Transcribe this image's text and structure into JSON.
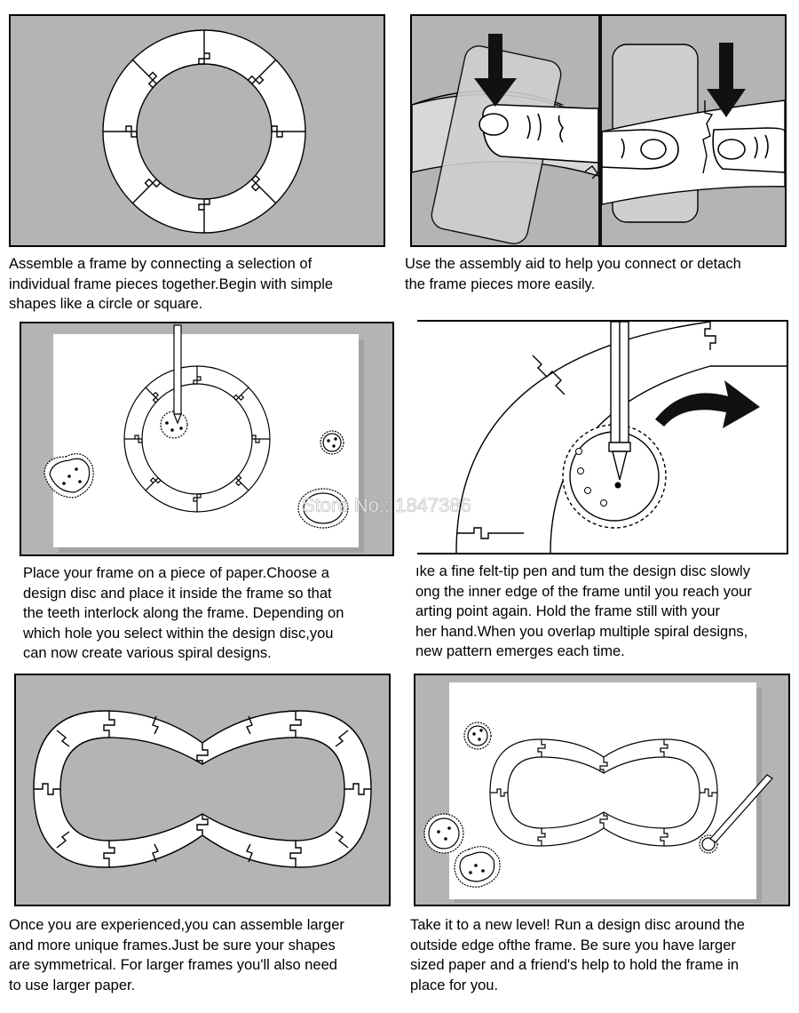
{
  "panels": [
    {
      "id": "panel-1",
      "caption_lines": [
        "Assemble a frame by connecting a selection of",
        "individual frame pieces together.Begin with simple",
        "shapes like a circle or square."
      ]
    },
    {
      "id": "panel-2",
      "caption_lines": [
        "Use the assembly aid to help you connect or detach",
        "the frame pieces more easily."
      ]
    },
    {
      "id": "panel-3",
      "caption_lines": [
        "Place your frame on a piece of paper.Choose a",
        "design disc and place it inside the frame so that",
        "the teeth interlock along the frame. Depending on",
        "which hole you select within the design disc,you",
        "can now create various spiral designs."
      ]
    },
    {
      "id": "panel-4",
      "caption_lines": [
        "ıke a fine felt-tip pen and tum the design disc slowly",
        "ong the inner edge of the frame until you reach your",
        "arting point again. Hold the frame still with your",
        "her hand.When you overlap multiple spiral designs,",
        "new pattern emerges each time."
      ]
    },
    {
      "id": "panel-5",
      "caption_lines": [
        "Once you are experienced,you can assemble larger",
        "and more unique frames.Just be sure your shapes",
        "are symmetrical. For larger frames you'll also need",
        "to use larger paper."
      ]
    },
    {
      "id": "panel-6",
      "caption_lines": [
        "Take it to a new level! Run a design disc around the",
        "outside edge ofthe frame. Be sure you have larger",
        "sized paper and a friend's help to hold the frame in",
        "place for you."
      ]
    }
  ],
  "watermark": "Store No.: 1847386",
  "colors": {
    "panel_bg": "#b4b4b4",
    "paper": "#ffffff",
    "line": "#000000",
    "arrow": "#111111"
  }
}
